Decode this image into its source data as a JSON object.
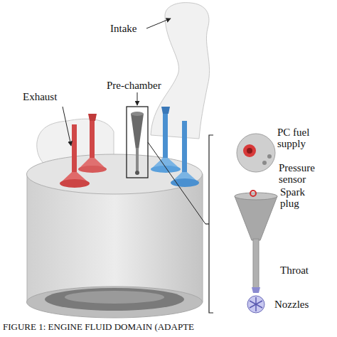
{
  "diagram": {
    "caption": "FIGURE 1: ENGINE FLUID DOMAIN (ADAPTE",
    "labels": [
      "Intake",
      "Exhaust",
      "Pre-chamber",
      "PC fuel supply",
      "Pressure sensor",
      "Spark plug",
      "Throat",
      "Nozzles"
    ]
  }
}
